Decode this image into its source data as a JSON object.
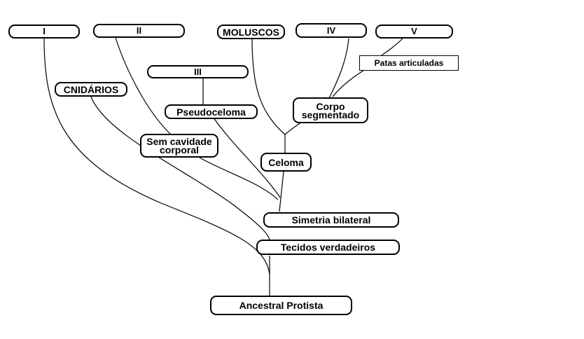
{
  "taxa": {
    "i": "I",
    "ii": "II",
    "moluscos": "MOLUSCOS",
    "iv": "IV",
    "v": "V",
    "iii": "III",
    "cnidarios": "CNIDÁRIOS"
  },
  "traits": {
    "patas_articuladas": "Patas articuladas",
    "pseudoceloma": "Pseudoceloma",
    "corpo_segmentado": "Corpo\nsegmentado",
    "sem_cavidade_corporal": "Sem cavidade\ncorporal",
    "celoma": "Celoma",
    "simetria_bilateral": "Simetria bilateral",
    "tecidos_verdadeiros": "Tecidos verdadeiros",
    "ancestral_protista": "Ancestral Protista"
  }
}
